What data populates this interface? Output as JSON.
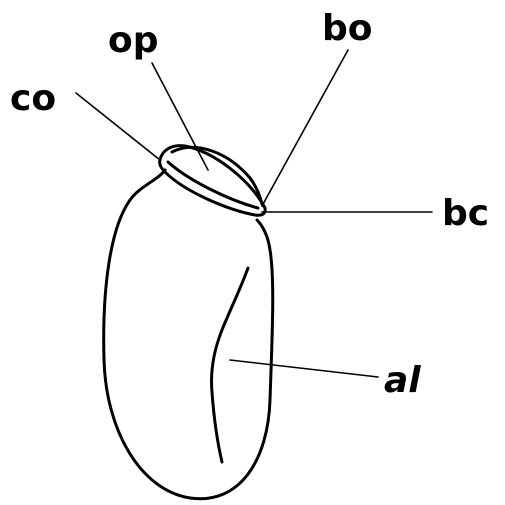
{
  "labels": {
    "co": "co",
    "op": "op",
    "bo": "bo",
    "bc": "bc",
    "al": "al"
  },
  "colors": {
    "stroke": "#000000",
    "background": "#ffffff"
  }
}
